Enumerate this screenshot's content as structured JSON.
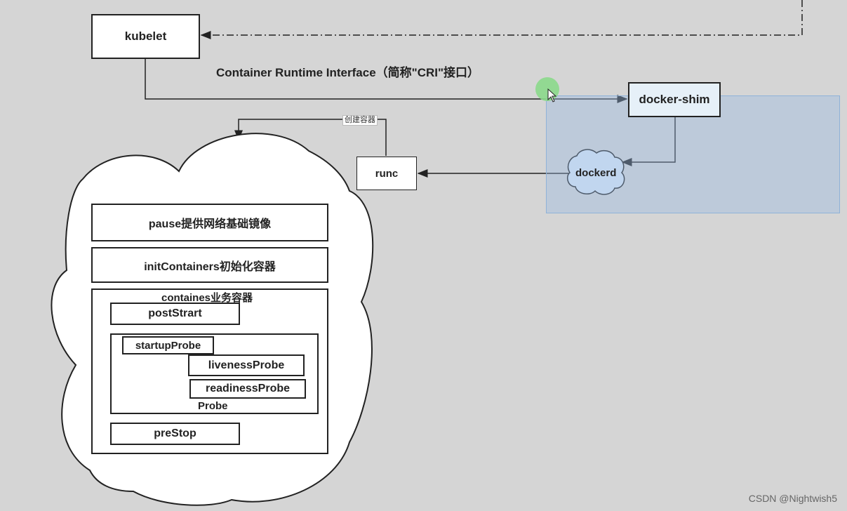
{
  "nodes": {
    "kubelet": "kubelet",
    "cri_caption": "Container Runtime Interface（简称\"CRI\"接口）",
    "docker_shim": "docker-shim",
    "dockerd": "dockerd",
    "runc": "runc",
    "create_container": "创建容器"
  },
  "pod": {
    "pause": "pause提供网络基础镜像",
    "init": "initContainers初始化容器",
    "containers_title": "containes业务容器",
    "post_start": "postStrart",
    "startup_probe": "startupProbe",
    "liveness_probe": "livenessProbe",
    "readiness_probe": "readinessProbe",
    "probe_group": "Probe",
    "pre_stop": "preStop"
  },
  "watermark": "CSDN @Nightwish5",
  "colors": {
    "background": "#d5d5d5",
    "selection_fill": "#96b9e1",
    "docker_shim_fill": "#e6f0f8",
    "cursor_highlight": "#8bd98b"
  }
}
